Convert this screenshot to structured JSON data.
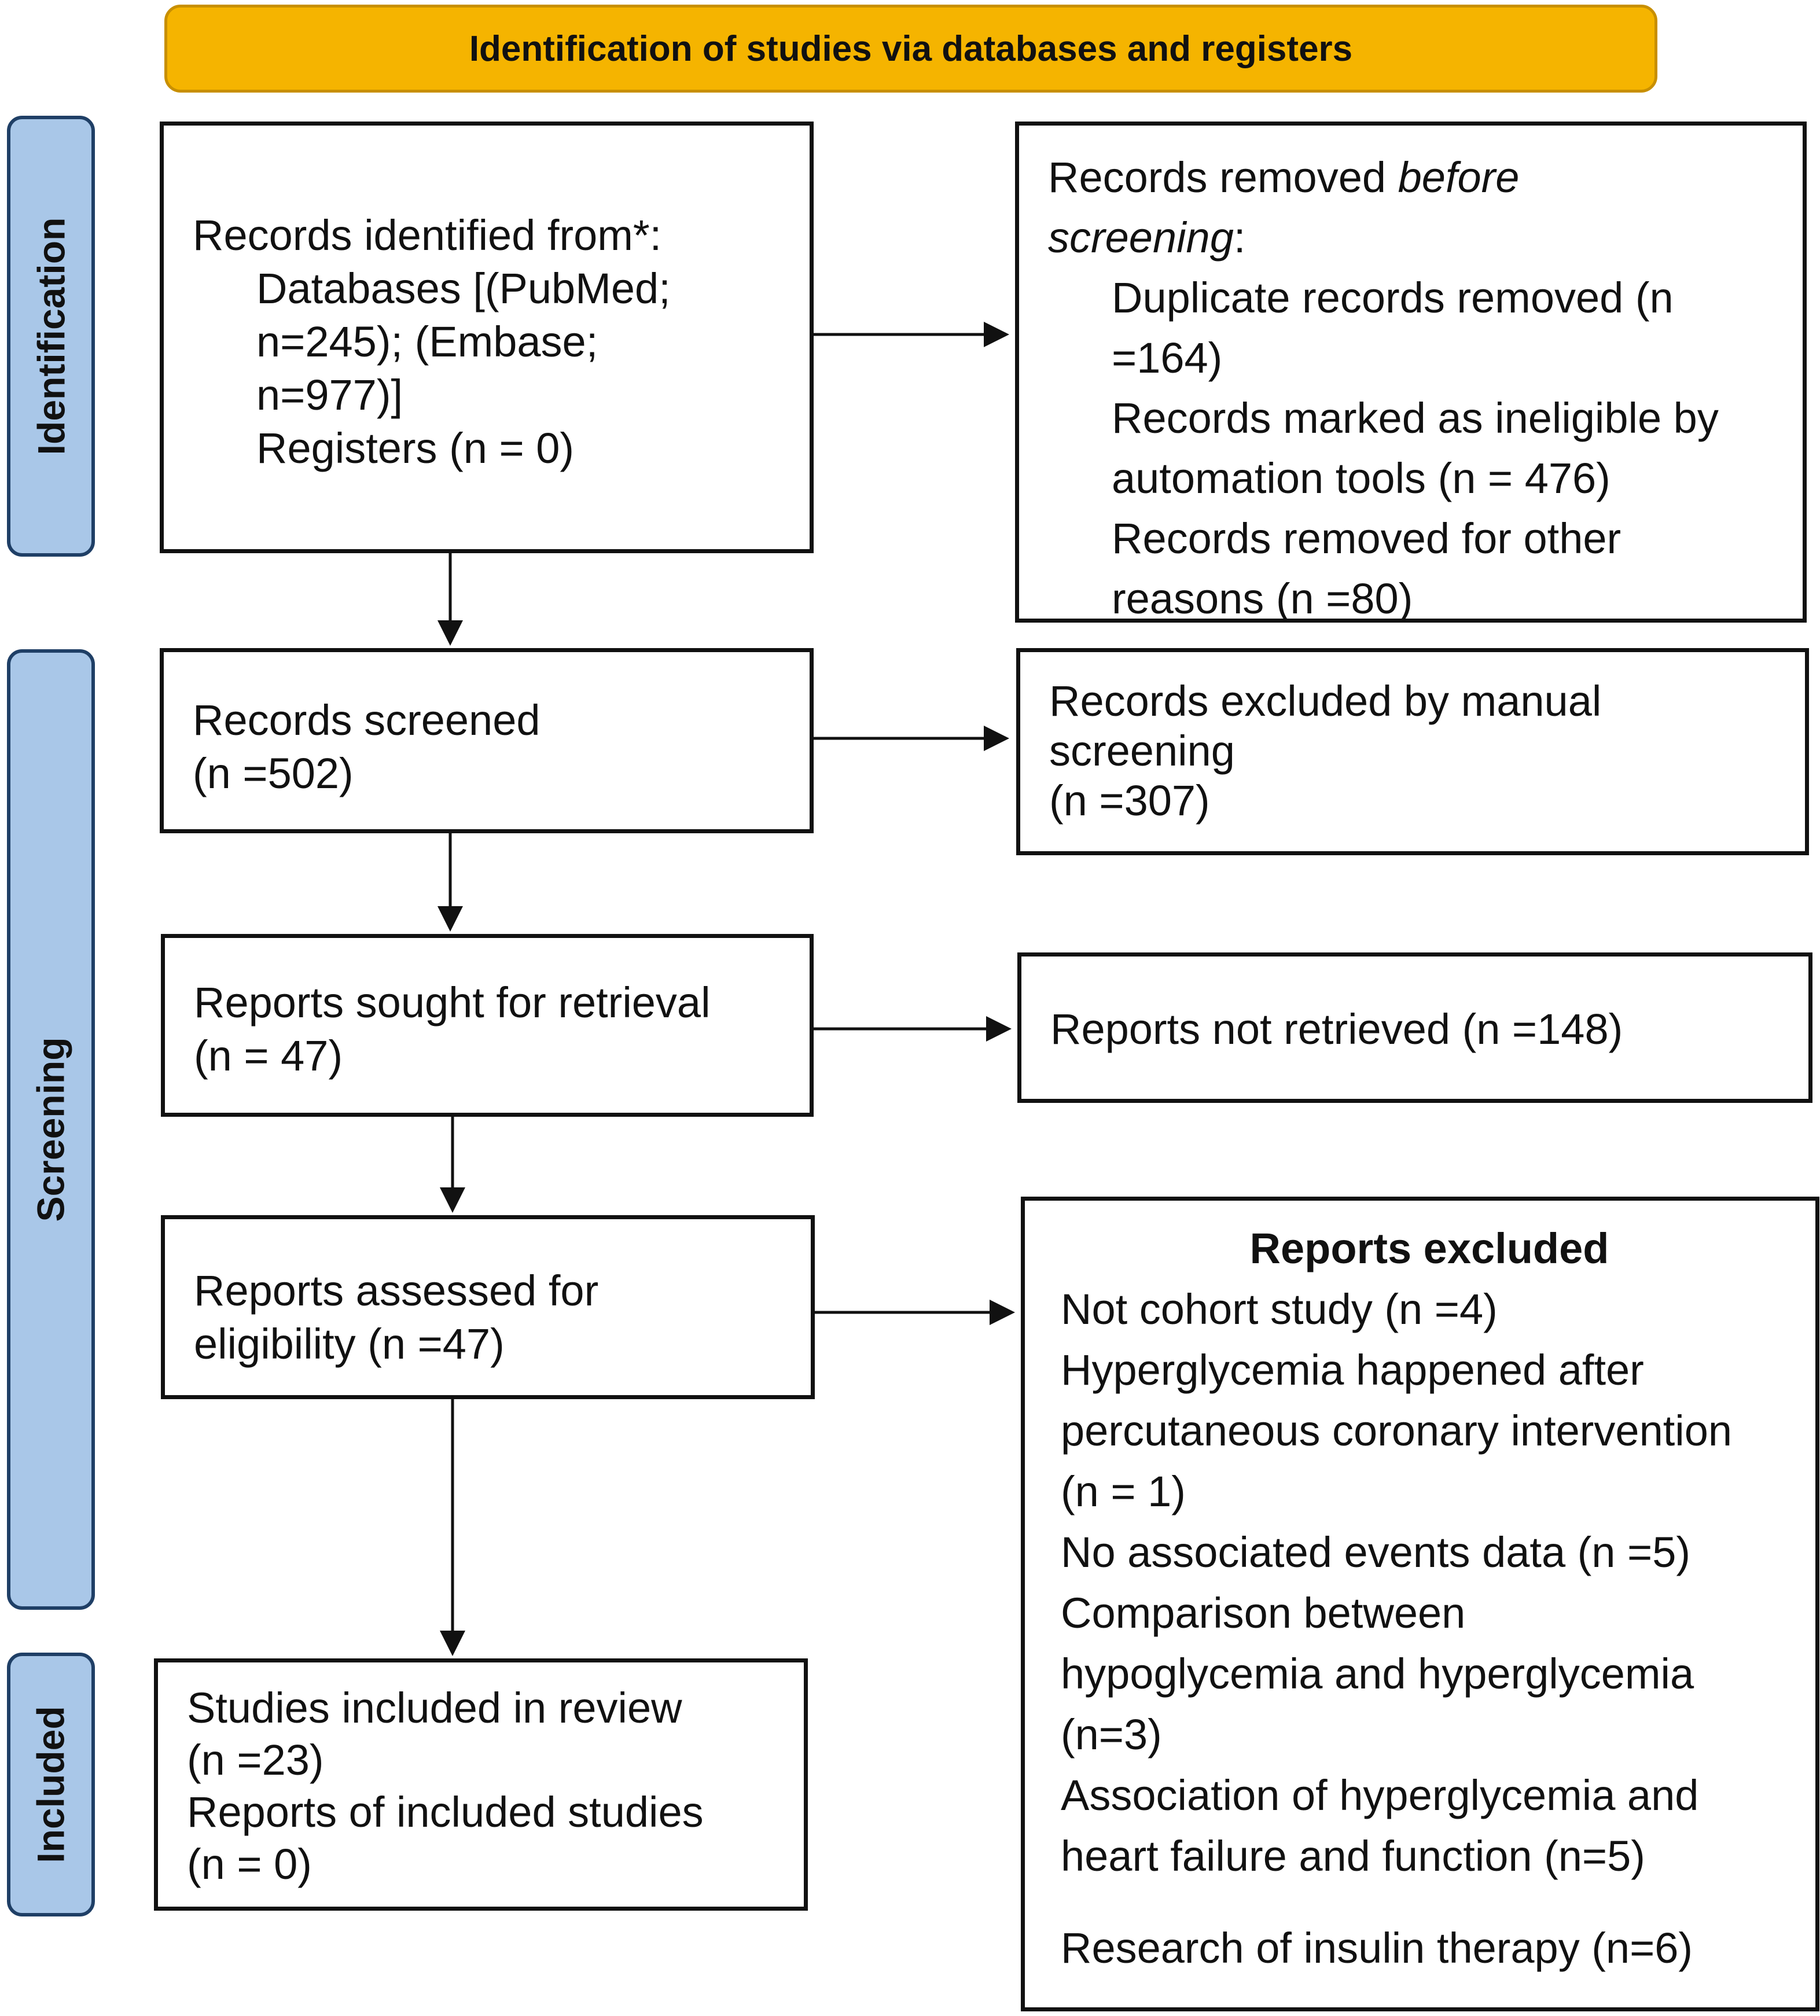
{
  "header": {
    "title": "Identification of studies via databases and registers"
  },
  "stages": {
    "identification": "Identification",
    "screening": "Screening",
    "included": "Included"
  },
  "boxes": {
    "records_identified": {
      "heading": "Records identified from*:",
      "databases_line1": "Databases [(PubMed;",
      "databases_line2": "n=245); (Embase;",
      "databases_line3": "n=977)]",
      "registers": "Registers (n = 0)"
    },
    "records_removed": {
      "heading_prefix": "Records removed ",
      "heading_italic_1": "before",
      "heading_italic_2": "screening",
      "heading_suffix": ":",
      "duplicates_line1": "Duplicate records removed (n",
      "duplicates_line2": "=164)",
      "ineligible_line1": "Records marked as ineligible by",
      "ineligible_line2": "automation tools (n = 476)",
      "other_line1": "Records removed for other",
      "other_line2": "reasons (n =80)"
    },
    "records_screened": {
      "line1": "Records screened",
      "line2": "(n =502)"
    },
    "records_excluded": {
      "line1": "Records excluded by manual",
      "line2": "screening",
      "line3": "(n =307)"
    },
    "reports_sought": {
      "line1": "Reports sought for retrieval",
      "line2": "(n = 47)"
    },
    "reports_not_retrieved": {
      "line1": "Reports not retrieved (n =148)"
    },
    "reports_assessed": {
      "line1": "Reports assessed for",
      "line2": "eligibility (n =47)"
    },
    "reports_excluded": {
      "heading": "Reports excluded",
      "r1": "Not cohort study (n =4)",
      "r2a": "Hyperglycemia happened after",
      "r2b": "percutaneous coronary intervention",
      "r2c": "(n = 1)",
      "r3": "No associated events data (n =5)",
      "r4a": "Comparison between",
      "r4b": "hypoglycemia and hyperglycemia",
      "r4c": "(n=3)",
      "r5a": "Association of hyperglycemia and",
      "r5b": "heart failure and function (n=5)",
      "r6": "Research of insulin therapy (n=6)"
    },
    "studies_included": {
      "line1": "Studies included in review",
      "line2": "(n =23)",
      "line3": "Reports of included studies",
      "line4": "(n = 0)"
    }
  },
  "colors": {
    "banner_fill": "#f5b400",
    "stage_fill": "#a9c7e8",
    "stage_border": "#1f3f66",
    "box_border": "#111111"
  }
}
